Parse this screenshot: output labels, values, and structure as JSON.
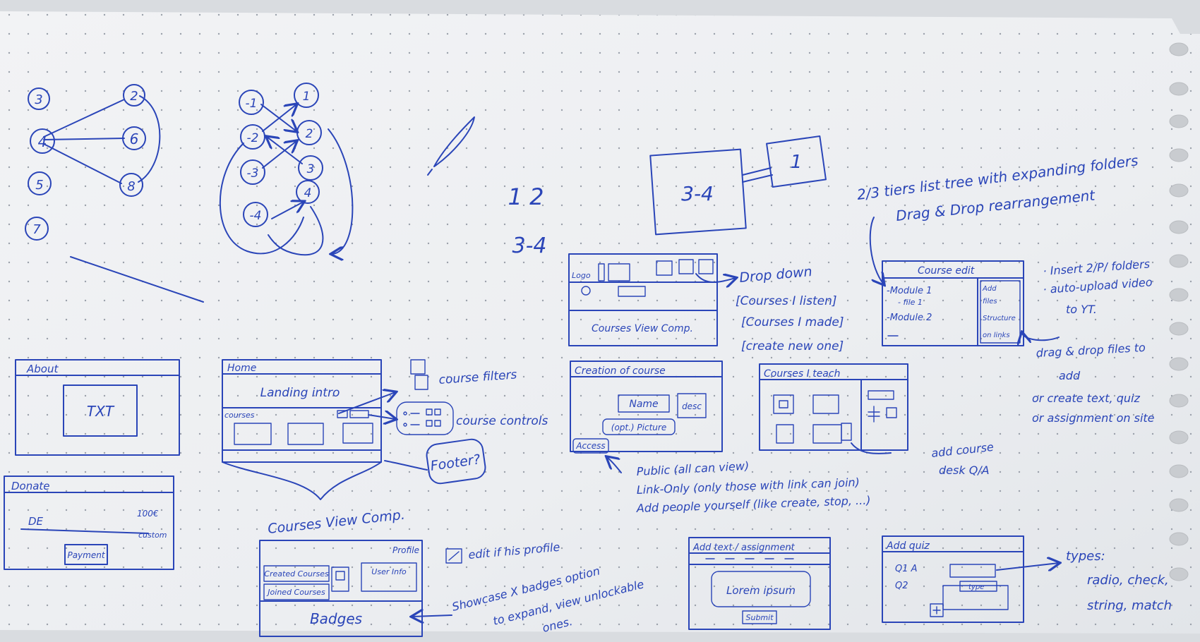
{
  "graph_a": {
    "nodes": [
      "3",
      "2",
      "4",
      "6",
      "5",
      "8",
      "7"
    ]
  },
  "graph_b": {
    "nodes": [
      "-1",
      "1",
      "-2",
      "2",
      "-3",
      "3",
      "-4",
      "4"
    ]
  },
  "grid_layout": {
    "top": "1 2",
    "bottom": "3-4"
  },
  "blocks": {
    "big": "3-4",
    "small": "1"
  },
  "notes": {
    "tree_line1": "2/3 tiers list tree with expanding folders",
    "tree_line2": "Drag & Drop  rearrangement",
    "dropdown_title": "Drop down",
    "dropdown_opt1": "[Courses I listen]",
    "dropdown_opt2": "[Courses I made]",
    "dropdown_opt3": "[create new one]",
    "course_filters": "course filters",
    "course_controls": "course controls",
    "footer": "Footer?",
    "courses_view_comp": "Courses View Comp.",
    "access_public": "Public (all can view)",
    "access_link": "Link-Only (only those with link can join)",
    "access_add_people": "Add people yourself (like create, stop, ...)",
    "insert_line1": "· Insert 2/P/ folders",
    "insert_line2": "· auto-upload video",
    "insert_line3": "to YT.",
    "drag_line1": "drag & drop files to",
    "drag_line2": "add",
    "drag_line3": "or create text, quiz",
    "drag_line4": "or assignment on site",
    "add_course": "add course",
    "desk_qa": "desk Q/A",
    "edit_profile": "edit if his profile",
    "showcase_line1": "Showcase X badges option",
    "showcase_line2": "to expand, view unlockable",
    "showcase_line3": "ones.",
    "types_title": "types:",
    "types_line1": "radio, check,",
    "types_line2": "string, match"
  },
  "wireframes": {
    "about": {
      "title": "About",
      "text": "TXT"
    },
    "donate": {
      "title": "Donate",
      "field": "DE",
      "amount": "100€",
      "custom": "custom",
      "button": "Payment"
    },
    "home": {
      "title": "Home",
      "landing": "Landing intro",
      "courses": "courses"
    },
    "courses_view": {
      "logo": "Logo",
      "main": "Courses View Comp."
    },
    "creation": {
      "title": "Creation of course",
      "name": "Name",
      "desc": "desc",
      "picture": "(opt.) Picture",
      "access": "Access"
    },
    "course_edit": {
      "title": "Course edit",
      "module1": "-Module 1",
      "file1": "- file 1",
      "module2": "-Module 2",
      "side1": "Add",
      "side2": "files",
      "side3": "Structure",
      "side4": "on links"
    },
    "courses_teach": {
      "title": "Courses I teach"
    },
    "profile": {
      "title": "Profile",
      "row1": "Created Courses",
      "row2": "Joined Courses",
      "user_info": "User Info",
      "badges": "Badges"
    },
    "add_text": {
      "title": "Add text / assignment",
      "body": "Lorem ipsum",
      "submit": "Submit"
    },
    "add_quiz": {
      "title": "Add quiz",
      "q1": "Q1 A",
      "q2": "Q2",
      "type": "type"
    }
  }
}
